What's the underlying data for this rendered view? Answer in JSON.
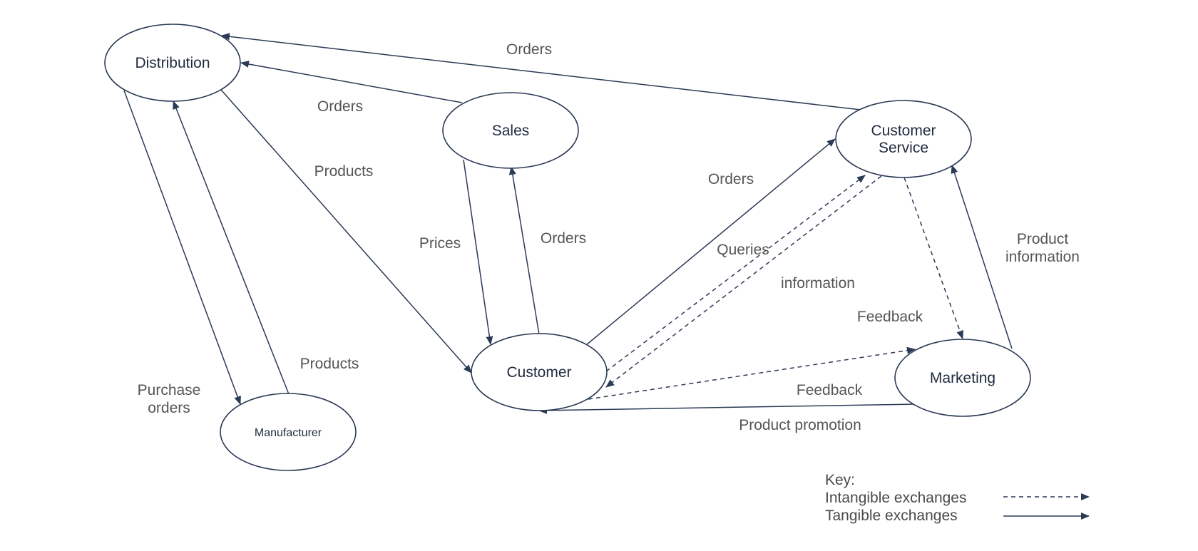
{
  "nodes": {
    "distribution": {
      "label": "Distribution"
    },
    "sales": {
      "label": "Sales"
    },
    "customer_service": {
      "label_line1": "Customer",
      "label_line2": "Service"
    },
    "customer": {
      "label": "Customer"
    },
    "marketing": {
      "label": "Marketing"
    },
    "manufacturer": {
      "label": "Manufacturer"
    }
  },
  "edge_labels": {
    "cs_to_distribution_orders": "Orders",
    "sales_to_distribution_orders": "Orders",
    "distribution_to_customer_products": "Products",
    "sales_to_customer_prices": "Prices",
    "customer_to_sales_orders": "Orders",
    "customer_to_cs_orders": "Orders",
    "queries": "Queries",
    "information": "information",
    "feedback_upper": "Feedback",
    "feedback_lower": "Feedback",
    "product_promotion": "Product promotion",
    "product_information_line1": "Product",
    "product_information_line2": "information",
    "manufacturer_products": "Products",
    "purchase_orders_line1": "Purchase",
    "purchase_orders_line2": "orders"
  },
  "key": {
    "title": "Key:",
    "intangible": "Intangible exchanges",
    "tangible": "Tangible exchanges"
  },
  "colors": {
    "stroke": "#2b3a55",
    "label": "#555555"
  }
}
